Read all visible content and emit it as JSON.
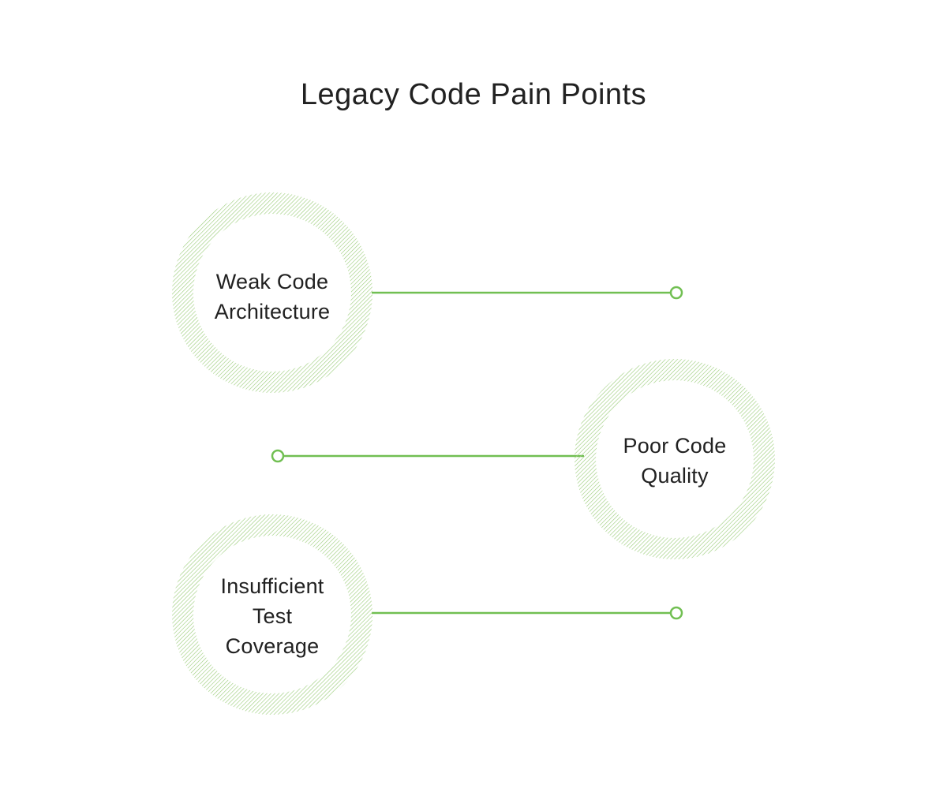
{
  "title": "Legacy Code Pain Points",
  "colors": {
    "hatch_green": "#9ccd7c",
    "connector_green": "#71bf52",
    "text_dark": "#212121",
    "background": "#ffffff"
  },
  "nodes": [
    {
      "label": "Weak Code Architecture",
      "lines": [
        "Weak Code",
        "Architecture"
      ]
    },
    {
      "label": "Poor Code Quality",
      "lines": [
        "Poor Code",
        "Quality"
      ]
    },
    {
      "label": "Insufficient Test Coverage",
      "lines": [
        "Insufficient",
        "Test",
        "Coverage"
      ]
    }
  ]
}
